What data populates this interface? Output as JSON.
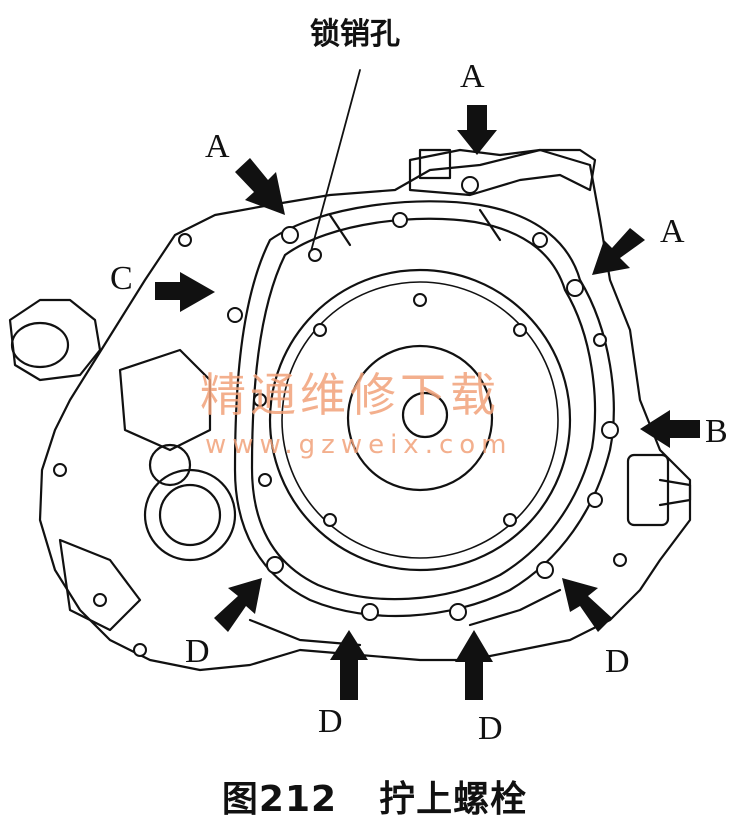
{
  "figure": {
    "callout": "锁销孔",
    "labels": {
      "a_top": "A",
      "a_left": "A",
      "a_right": "A",
      "b": "B",
      "c": "C",
      "d_left": "D",
      "d_mid1": "D",
      "d_mid2": "D",
      "d_right": "D"
    },
    "watermark": {
      "title": "精通维修下载",
      "url": "www.gzweix.com",
      "color": "#f2a27a"
    },
    "caption": {
      "number": "图212",
      "text": "拧上螺栓"
    }
  },
  "colors": {
    "ink": "#111111",
    "paper": "#ffffff"
  }
}
